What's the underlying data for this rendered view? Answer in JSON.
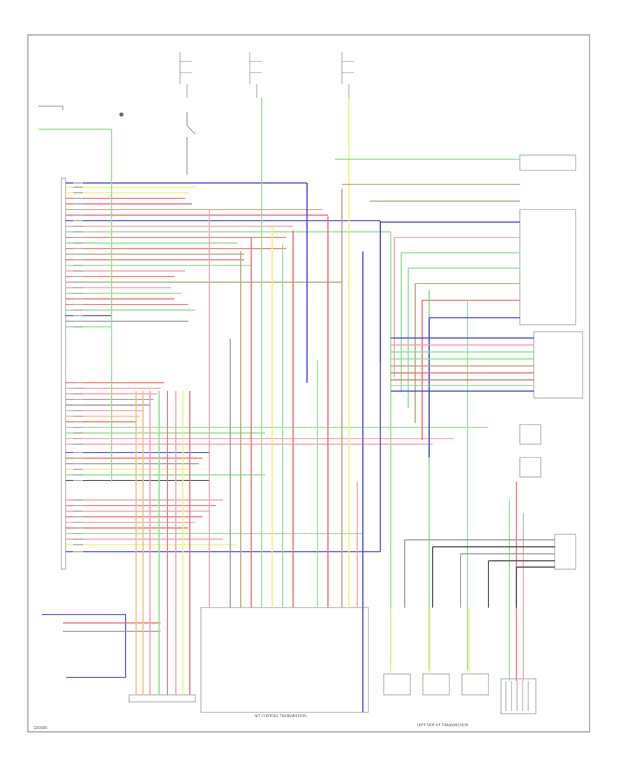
{
  "diagram": {
    "footer_code": "G00000",
    "bottom_caption": "A/T CONTROL TRANSMISSION",
    "bottom_sub": "LEFT SIDE OF TRANSMISSION"
  },
  "colors": {
    "blue": "#4a4ae0",
    "red": "#f07070",
    "pink": "#f5a0b0",
    "green": "#90e090",
    "yellow": "#f3f07a",
    "brown": "#b8a878",
    "black": "#444444",
    "grey": "#999999",
    "orange": "#f5c080",
    "violet": "#b090e0"
  }
}
